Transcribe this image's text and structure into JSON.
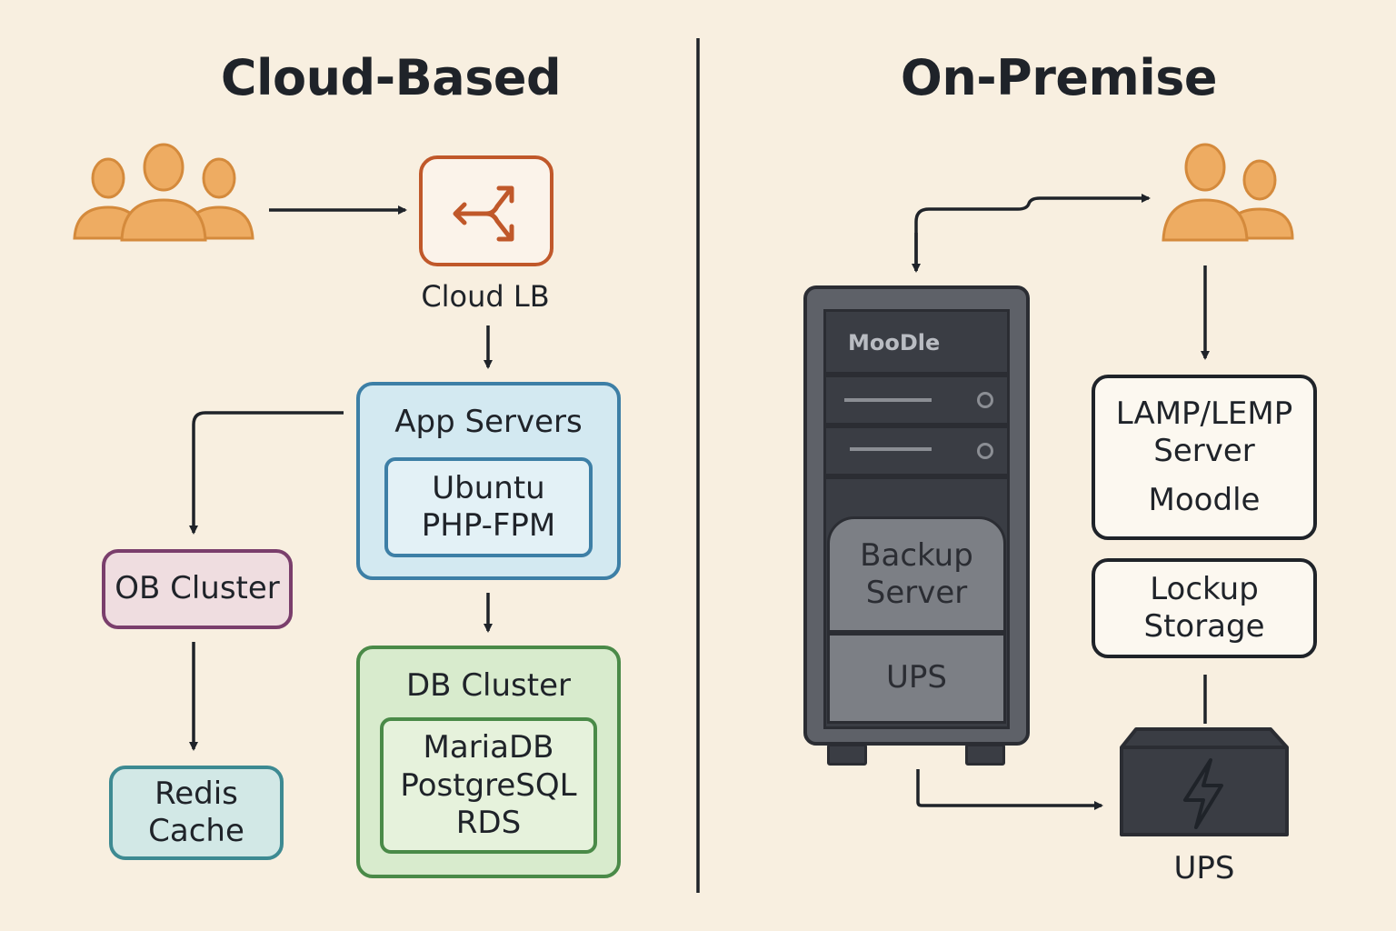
{
  "cloud": {
    "title": "Cloud-Based",
    "load_balancer": {
      "label": "Cloud LB"
    },
    "app_servers": {
      "title": "App Servers",
      "stack_line1": "Ubuntu",
      "stack_line2": "PHP-FPM"
    },
    "ob_cluster": {
      "label": "OB Cluster"
    },
    "redis": {
      "line1": "Redis",
      "line2": "Cache"
    },
    "db_cluster": {
      "title": "DB Cluster",
      "line1": "MariaDB",
      "line2": "PostgreSQL",
      "line3": "RDS"
    }
  },
  "onprem": {
    "title": "On-Premise",
    "server_tower": {
      "brand": "MooDle",
      "backup_line1": "Backup",
      "backup_line2": "Server",
      "ups_label": "UPS"
    },
    "lamp": {
      "line1": "LAMP/LEMP",
      "line2": "Server",
      "line3": "Moodle"
    },
    "storage": {
      "line1": "Lockup",
      "line2": "Storage"
    },
    "ups_device": {
      "label": "UPS"
    }
  },
  "colors": {
    "background": "#f8efe0",
    "users": "#eeac62",
    "load_balancer": "#c0582a",
    "app_servers": "#3d7fa6",
    "ob_cluster": "#7a3e6c",
    "redis": "#3d8a92",
    "db_cluster": "#4a8a48",
    "server": "#3a3d44"
  }
}
